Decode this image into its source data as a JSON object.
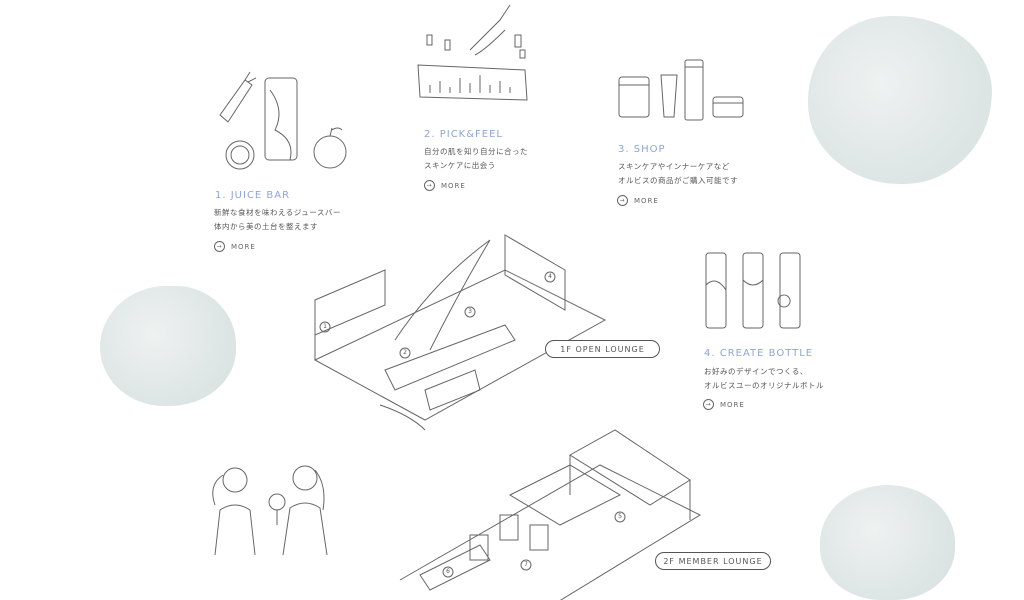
{
  "sections": [
    {
      "title": "1. JUICE BAR",
      "desc": [
        "新鮮な食材を味わえるジュースバー",
        "体内から美の土台を整えます"
      ],
      "more": "MORE"
    },
    {
      "title": "2. PICK&FEEL",
      "desc": [
        "自分の肌を知り自分に合った",
        "スキンケアに出会う"
      ],
      "more": "MORE"
    },
    {
      "title": "3. SHOP",
      "desc": [
        "スキンケアやインナーケアなど",
        "オルビスの商品がご購入可能です"
      ],
      "more": "MORE"
    },
    {
      "title": "4. CREATE BOTTLE",
      "desc": [
        "お好みのデザインでつくる、",
        "オルビスユーのオリジナルボトル"
      ],
      "more": "MORE"
    }
  ],
  "floors": {
    "first": "1F OPEN LOUNGE",
    "second": "2F MEMBER LOUNGE"
  },
  "map_markers": [
    "1",
    "2",
    "3",
    "4",
    "5",
    "6",
    "7"
  ],
  "colors": {
    "accent": "#8ea6d4",
    "blob": "#dfe6e6"
  }
}
